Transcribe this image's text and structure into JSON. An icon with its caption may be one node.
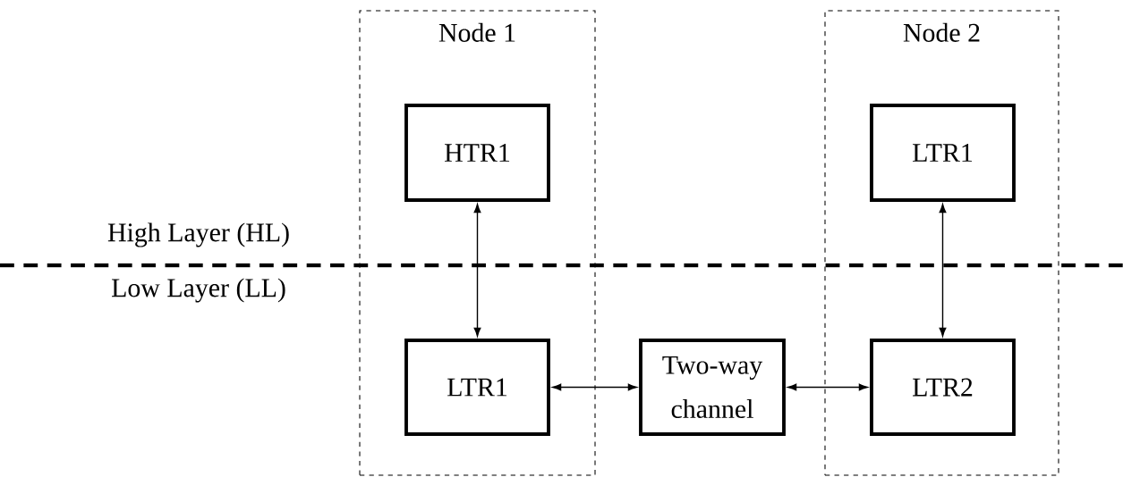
{
  "diagram": {
    "nodes": [
      {
        "text": [
          "Node 1"
        ]
      },
      {
        "text": [
          "HTR1"
        ],
        "in": 0
      },
      {
        "text": [
          "LTR1"
        ],
        "in": 0
      },
      {
        "text": [
          "Two-way channel"
        ]
      },
      {
        "text": [
          "Node 2"
        ]
      },
      {
        "text": [
          "LTR1"
        ],
        "in": 4
      },
      {
        "text": [
          "LTR2"
        ],
        "in": 4
      }
    ],
    "edges": [
      {
        "from": 1,
        "to": 2,
        "arrow": "both"
      },
      {
        "from": 2,
        "to": 3,
        "arrow": "both"
      },
      {
        "from": 3,
        "to": 6,
        "arrow": "both"
      },
      {
        "from": 5,
        "to": 6,
        "arrow": "both"
      }
    ],
    "labels": [
      "High Layer (HL)",
      "Low Layer (LL)"
    ]
  }
}
